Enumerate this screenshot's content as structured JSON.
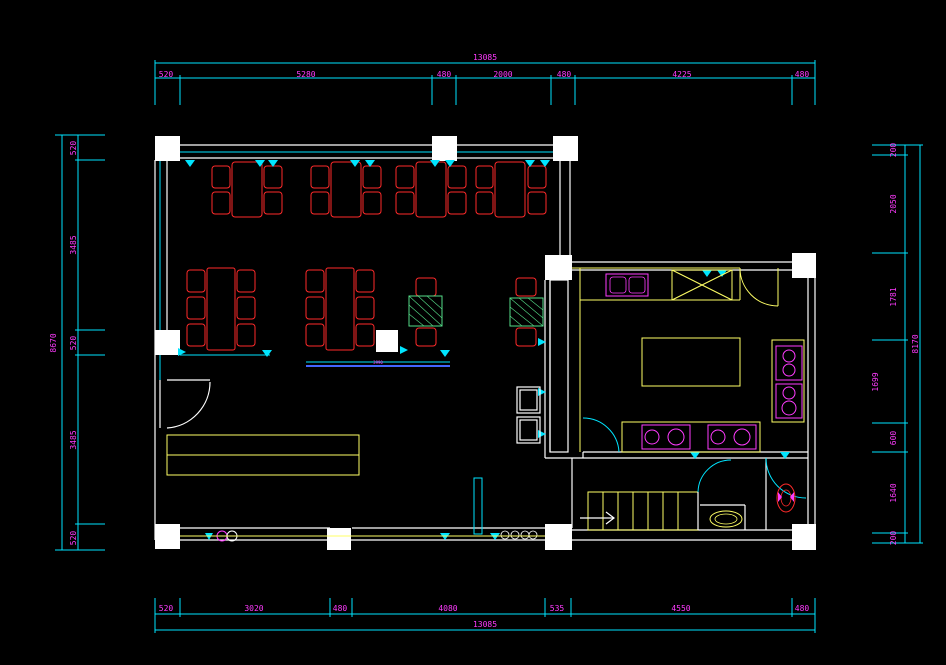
{
  "dimensions": {
    "top": {
      "overall": "13085",
      "segments": [
        "520",
        "5280",
        "480",
        "2000",
        "480",
        "4225",
        "480"
      ]
    },
    "bottom": {
      "overall": "13085",
      "segments": [
        "520",
        "3020",
        "480",
        "4080",
        "535",
        "4550",
        "480"
      ]
    },
    "left": {
      "overall": "8670",
      "segments": [
        "520",
        "3485",
        "520",
        "3485",
        "520"
      ]
    },
    "right": {
      "overall": "8170",
      "segments": [
        "200",
        "2050",
        "1781",
        "1699",
        "600",
        "1640",
        "200"
      ]
    },
    "counter_inner": "3990"
  },
  "colors": {
    "dimension_text": "#ff3bff",
    "dimension_line": "#00e5ff",
    "wall": "#ffffff",
    "furniture": "#ff2a2a",
    "fixtures": "#ffff66",
    "background": "#000000"
  }
}
